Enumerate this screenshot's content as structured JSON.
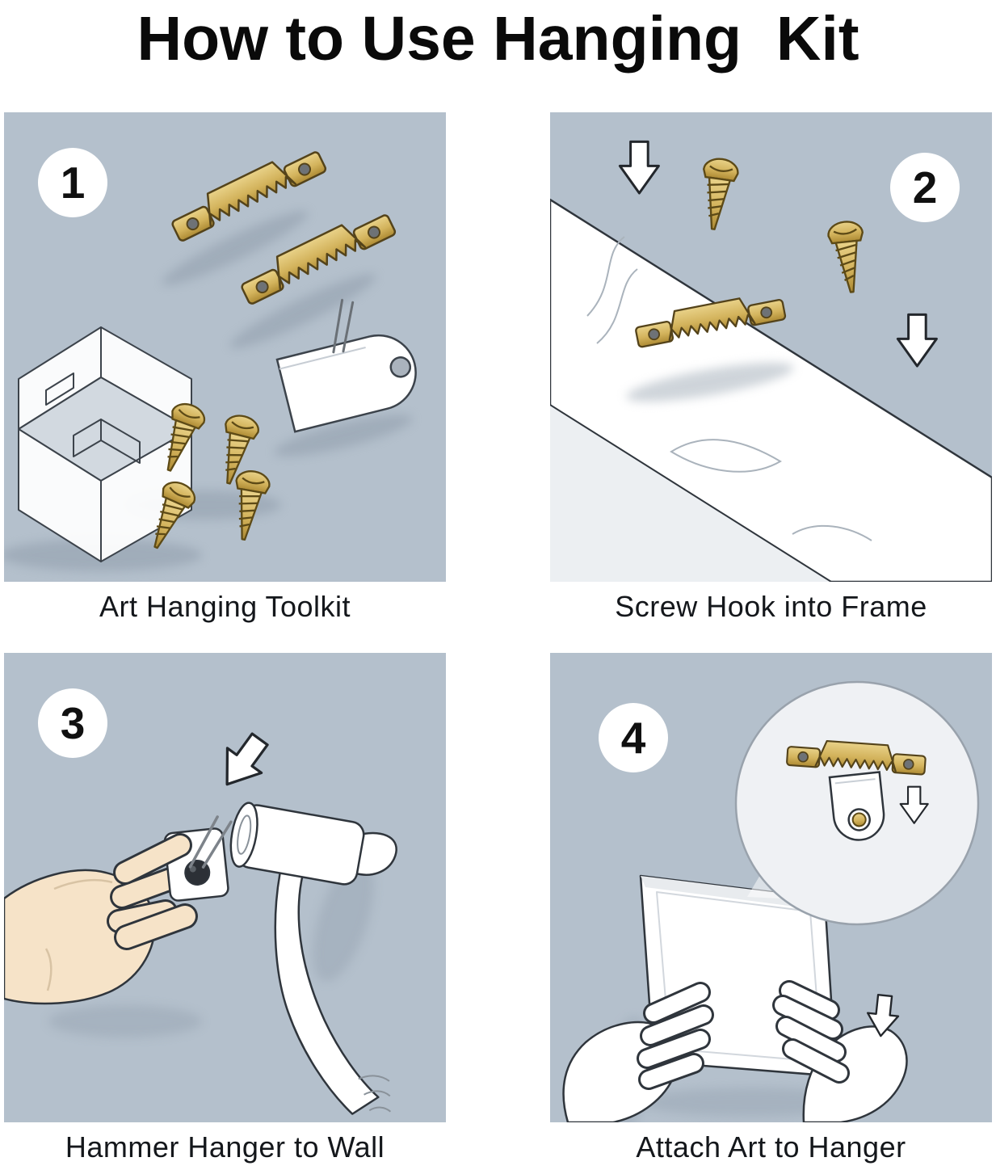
{
  "title": "How to Use Hanging  Kit",
  "steps": [
    {
      "number": "1",
      "caption": "Art Hanging Toolkit"
    },
    {
      "number": "2",
      "caption": "Screw Hook into Frame"
    },
    {
      "number": "3",
      "caption": "Hammer Hanger to Wall"
    },
    {
      "number": "4",
      "caption": "Attach Art to Hanger"
    }
  ],
  "icons": {
    "step_badge": "white-circle-with-number",
    "arrow": "block-arrow-down",
    "step1_objects": [
      "storage-box",
      "sawtooth-hanger",
      "sawtooth-hanger",
      "screws",
      "plastic-hook"
    ],
    "step2_objects": [
      "frame-board",
      "sawtooth-hanger",
      "screws",
      "down-arrows"
    ],
    "step3_objects": [
      "hand",
      "wall-hanger",
      "hammer",
      "down-arrow"
    ],
    "step4_objects": [
      "magnifier-circle",
      "sawtooth-hanger",
      "plastic-hook",
      "canvas",
      "hands",
      "down-arrow"
    ]
  },
  "colors": {
    "panel_bg": "#b4c0cc",
    "brass": "#d3b35c",
    "outline": "#2f353c",
    "skin": "#f6e3c8",
    "white": "#ffffff"
  }
}
